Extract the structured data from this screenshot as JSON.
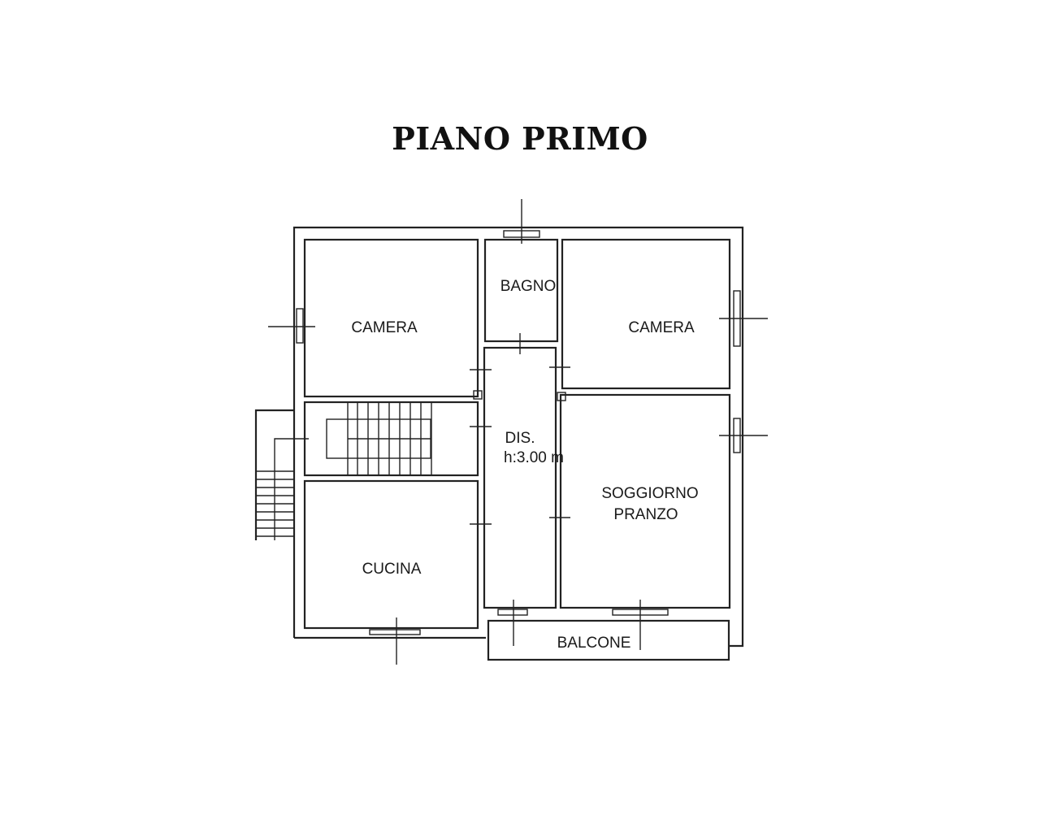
{
  "title": "PIANO PRIMO",
  "rooms": {
    "camera_left": "CAMERA",
    "bagno": "BAGNO",
    "camera_right": "CAMERA",
    "dis": "DIS.",
    "dis_height": "h:3.00 m",
    "soggiorno_line1": "SOGGIORNO",
    "soggiorno_line2": "PRANZO",
    "cucina": "CUCINA",
    "balcone": "BALCONE"
  }
}
